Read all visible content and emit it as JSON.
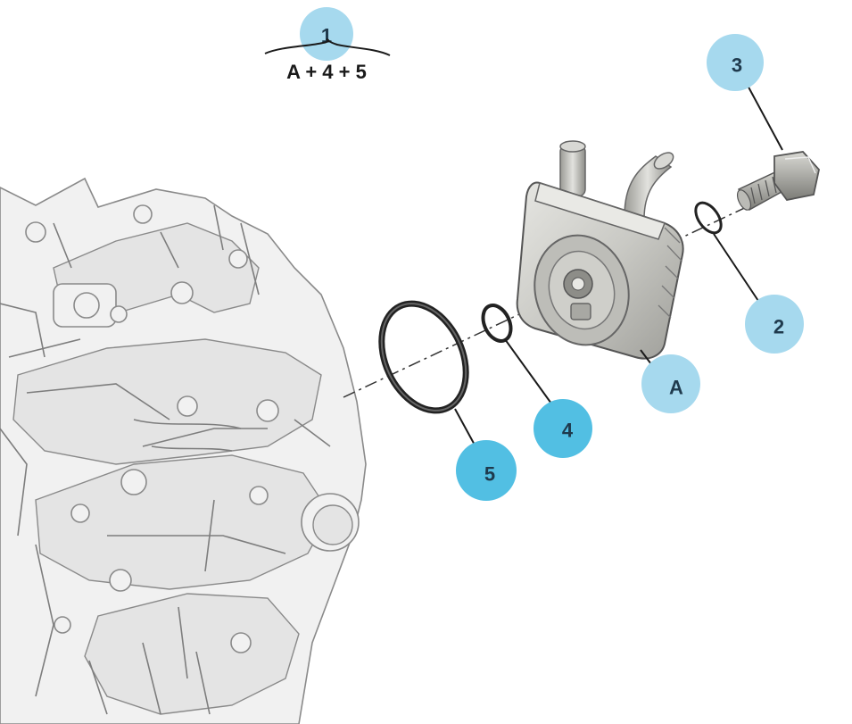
{
  "diagram": {
    "formula": {
      "callout": "1",
      "text": "A + 4 + 5"
    },
    "callouts": [
      {
        "id": "A",
        "label": "A"
      },
      {
        "id": "2",
        "label": "2"
      },
      {
        "id": "3",
        "label": "3"
      },
      {
        "id": "4",
        "label": "4"
      },
      {
        "id": "5",
        "label": "5"
      }
    ],
    "colors": {
      "callout_light": "#a6d9ee",
      "callout_strong": "#52bfe3",
      "callout_text": "#1f3a4d",
      "line_art": "#8a8a8a",
      "cooler_body": "#d3d3cf"
    },
    "parts": [
      "gearbox-housing-drawing",
      "oil-cooler-drawing",
      "banjo-bolt-drawing",
      "seal-ring-drawing",
      "large-o-ring-drawing",
      "small-o-ring-drawing"
    ]
  }
}
